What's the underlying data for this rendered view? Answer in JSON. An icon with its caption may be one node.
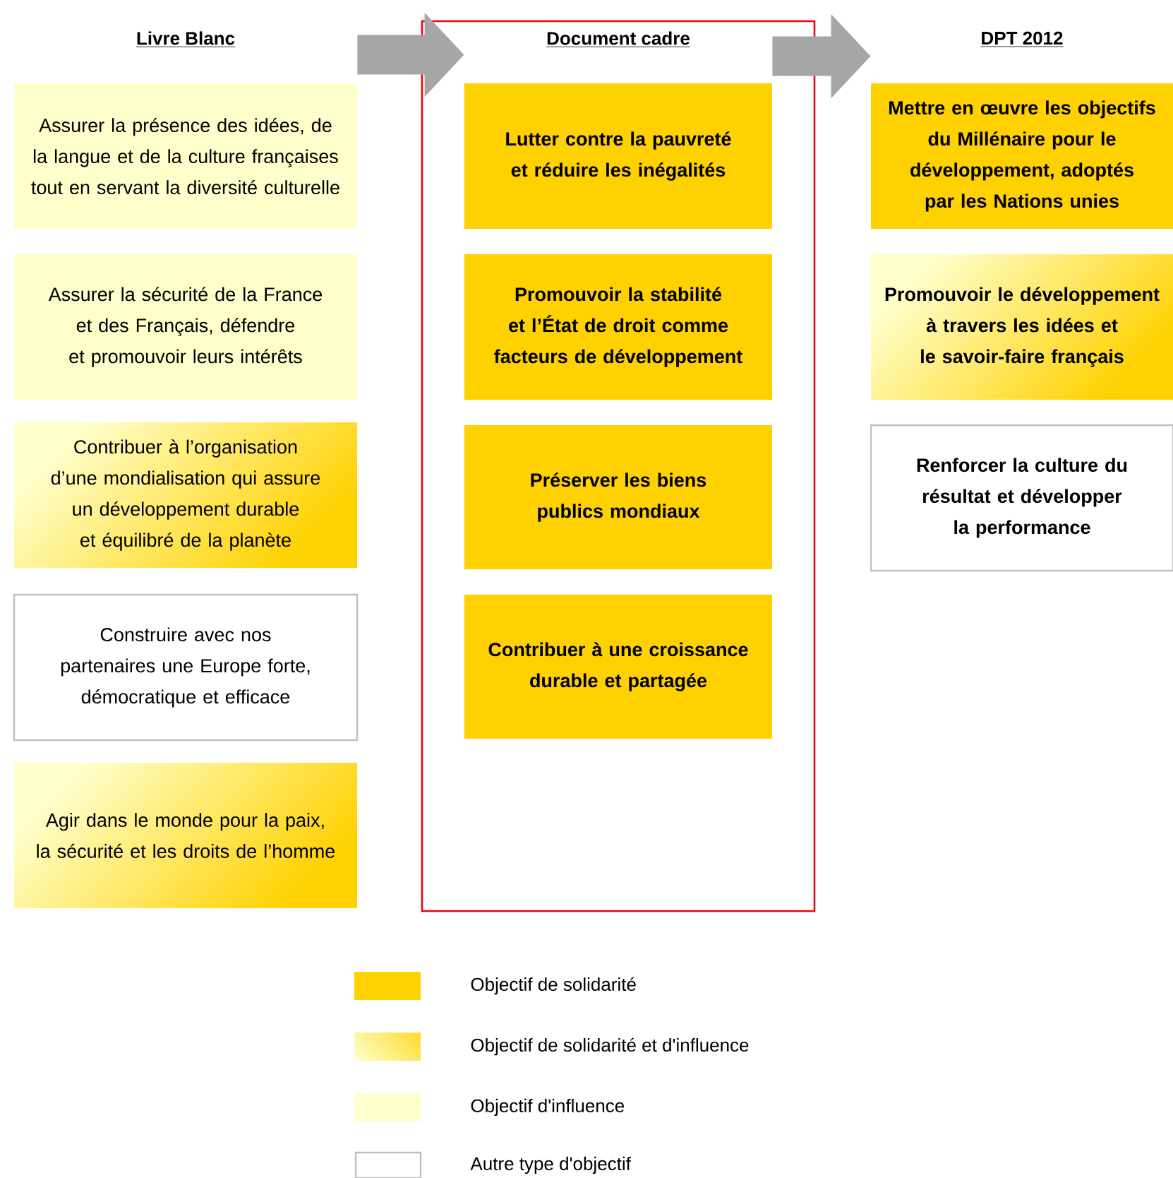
{
  "diagram": {
    "nodes": [
      {
        "text": [
          "Livre Blanc"
        ]
      },
      {
        "text": [
          "Document cadre"
        ]
      },
      {
        "text": [
          "DPT 2012"
        ]
      },
      {
        "text": [
          "Assurer la présence des idées, de la langue et de la culture françaises tout en servant la diversité culturelle"
        ]
      },
      {
        "text": [
          "Assurer la sécurité de la France et des Français, défendre et promouvoir leurs intérêts"
        ]
      },
      {
        "text": [
          "Contribuer à l’organisation d’une mondialisation qui assure un développement durable et équilibré de la planète"
        ]
      },
      {
        "text": [
          "Construire avec nos partenaires une Europe forte, démocratique et efficace"
        ]
      },
      {
        "text": [
          "Agir dans le monde pour la paix, la sécurité et les droits de l’homme"
        ]
      },
      {
        "text": [
          "Lutter contre la pauvreté et réduire les inégalités"
        ],
        "in": 1
      },
      {
        "text": [
          "Promouvoir la stabilité et l’État de droit comme facteurs de développement"
        ],
        "in": 1
      },
      {
        "text": [
          "Préserver les biens publics mondiaux"
        ],
        "in": 1
      },
      {
        "text": [
          "Contribuer à une croissance durable et partagée"
        ],
        "in": 1
      },
      {
        "text": [
          "Mettre en œuvre les objectifs du Millénaire pour le développement, adoptés par les Nations unies"
        ]
      },
      {
        "text": [
          "Promouvoir le développement à travers les idées et le savoir-faire français"
        ]
      },
      {
        "text": [
          "Renforcer la culture du résultat et développer la performance"
        ]
      }
    ],
    "edges": [
      {
        "from": 3,
        "to": 8,
        "arrow": "to"
      },
      {
        "from": 8,
        "to": 12,
        "arrow": "to"
      }
    ],
    "legend": [
      {
        "text": "Objectif de solidarité",
        "color": "#ffd100"
      },
      {
        "text": "Objectif de solidarité et d'influence"
      },
      {
        "text": "Objectif d'influence",
        "color": "#ffffcc"
      },
      {
        "text": "Autre type d'objectif"
      }
    ]
  }
}
